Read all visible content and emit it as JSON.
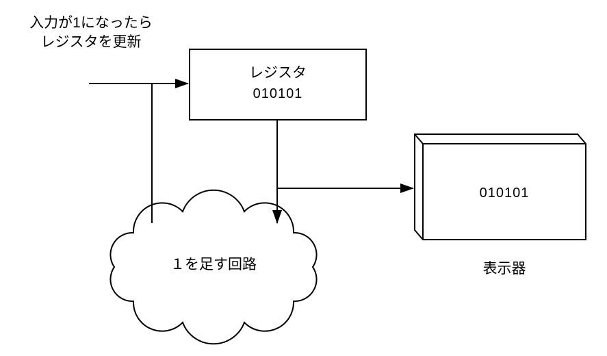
{
  "note": {
    "line1": "入力が1になったら",
    "line2": "レジスタを更新"
  },
  "register": {
    "label": "レジスタ",
    "value": "010101"
  },
  "adder": {
    "label": "１を足す回路"
  },
  "display": {
    "value": "010101",
    "label": "表示器"
  },
  "colors": {
    "stroke": "#000000",
    "background": "#ffffff"
  }
}
